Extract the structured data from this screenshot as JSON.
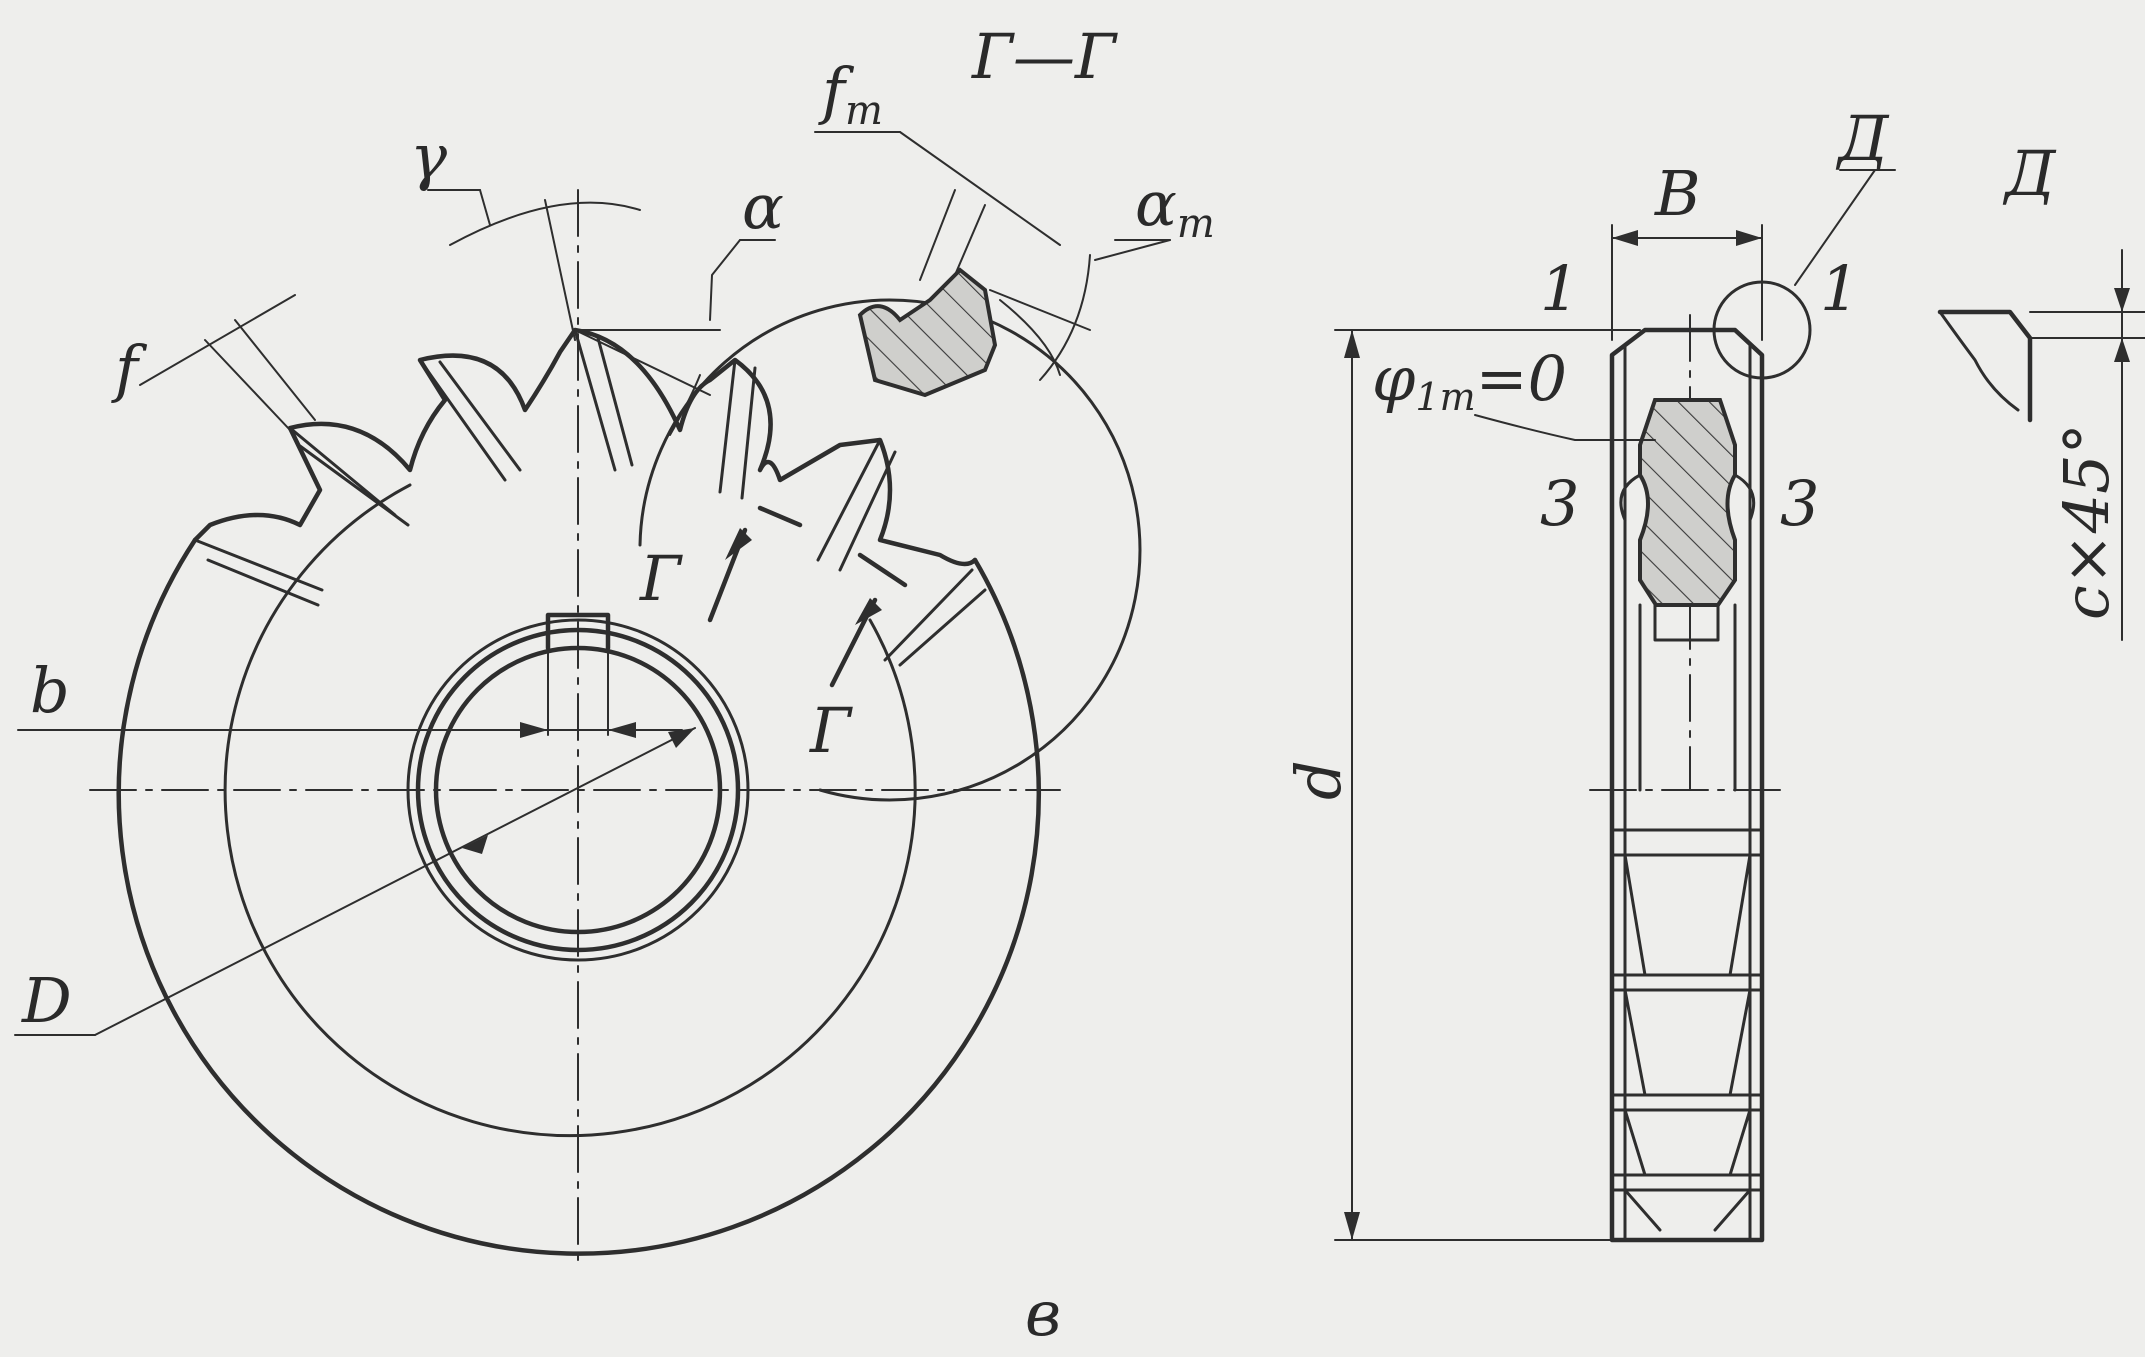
{
  "labels": {
    "section_title": "Г—Г",
    "f": "f",
    "gamma": "γ",
    "alpha": "α",
    "f_t": "f",
    "f_t_sub": "т",
    "alpha_t": "α",
    "alpha_t_sub": "т",
    "section_mark_top": "Г",
    "section_mark_bottom": "Г",
    "b": "b",
    "D": "D",
    "figure_letter": "в",
    "B": "B",
    "view_mark": "Д",
    "view_title": "Д",
    "one_left": "1",
    "one_right": "1",
    "phi": "φ",
    "phi_sub": "1т",
    "phi_value": "=0",
    "three_left": "3",
    "three_right": "3",
    "d": "d",
    "chamfer": "c×45°"
  },
  "colors": {
    "ink": "#2e2e2e",
    "paper": "#eeeeec"
  }
}
